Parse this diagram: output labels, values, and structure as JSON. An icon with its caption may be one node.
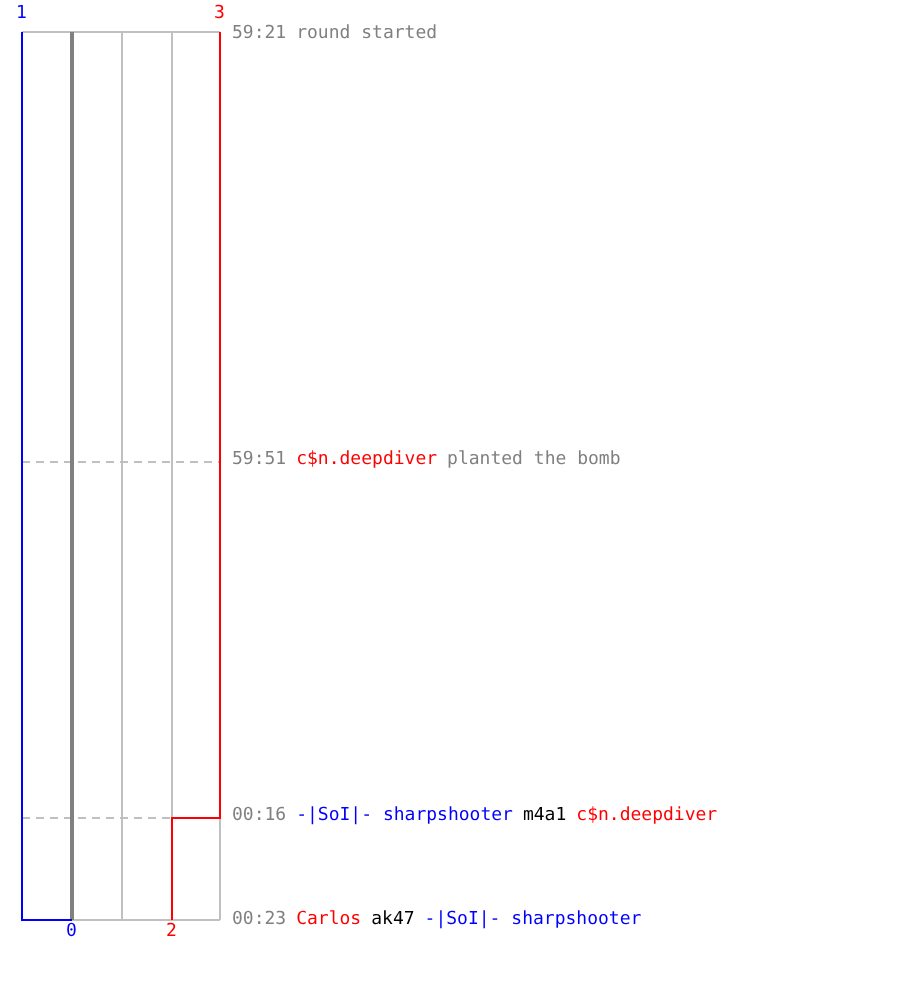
{
  "diagram": {
    "labels": [
      "1",
      "3",
      "59:21",
      "round started",
      "59:51",
      "c$n.deepdiver",
      "planted the bomb",
      "00:16",
      "-|SoI|- sharpshooter",
      "m4a1",
      "c$n.deepdiver",
      "00:23",
      "Carlos",
      "ak47",
      "-|SoI|- sharpshooter",
      "0",
      "2"
    ]
  }
}
